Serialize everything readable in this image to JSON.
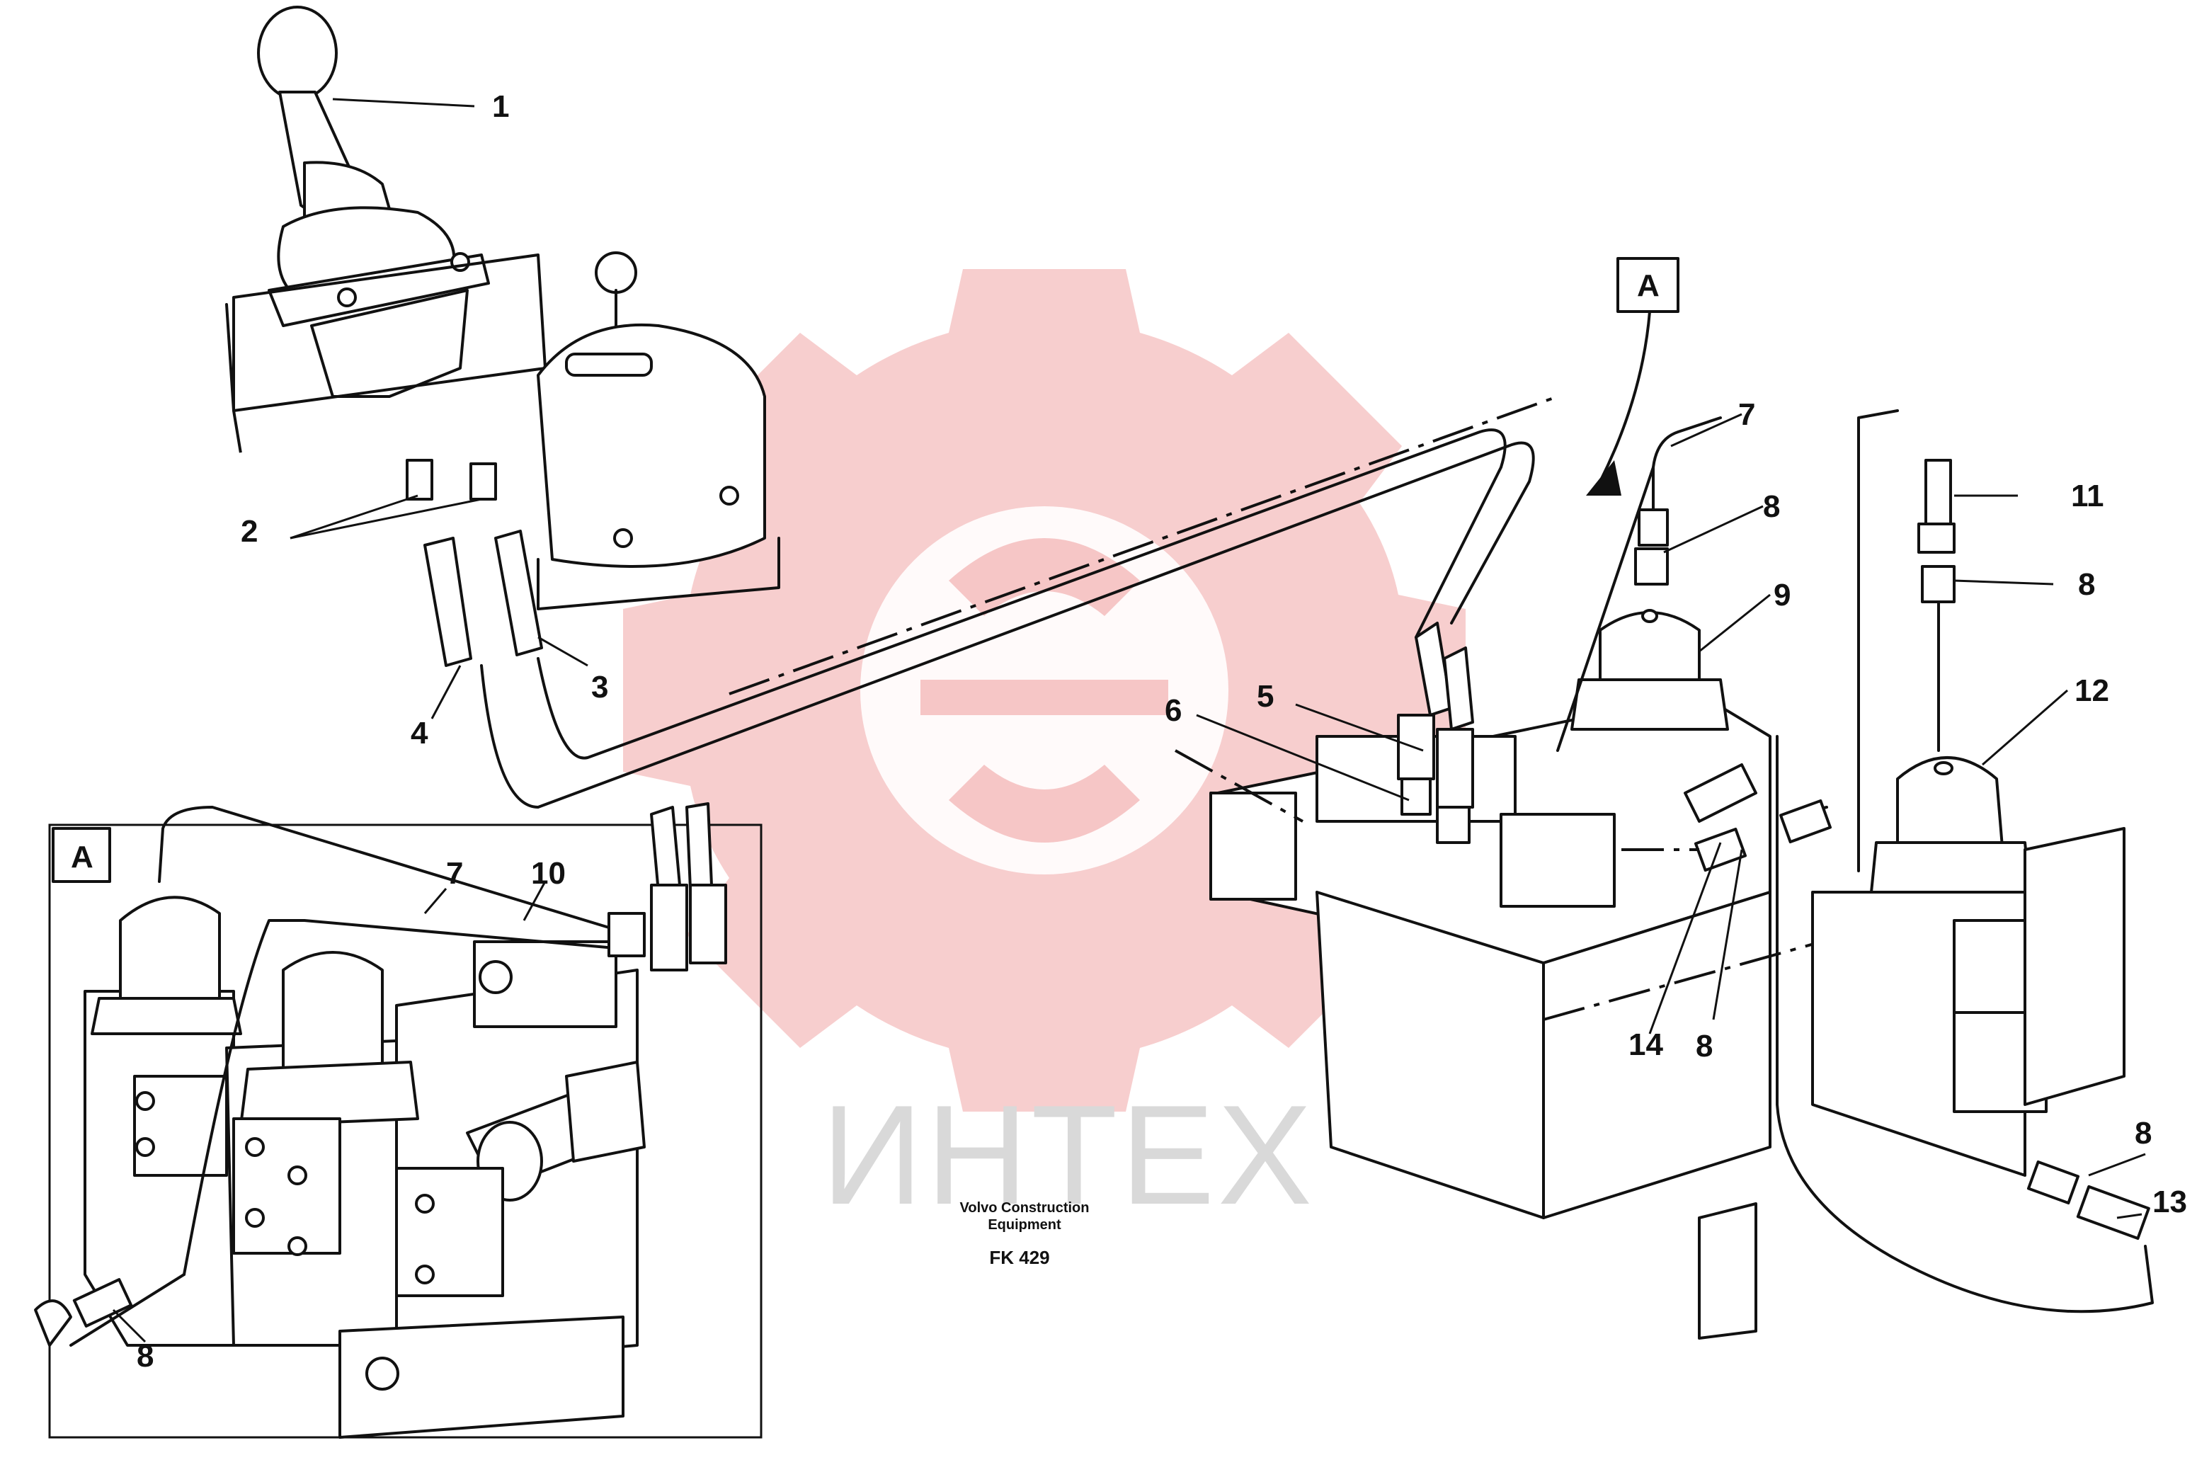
{
  "view_label_main": "A",
  "view_label_inset": "A",
  "callouts": {
    "c1": "1",
    "c2": "2",
    "c3": "3",
    "c4": "4",
    "c5": "5",
    "c6": "6",
    "c7_main": "7",
    "c8_a": "8",
    "c8_b": "8",
    "c8_c": "8",
    "c8_d": "8",
    "c8_inset": "8",
    "c9": "9",
    "c11": "11",
    "c12": "12",
    "c13": "13",
    "c14": "14",
    "c7_inset": "7",
    "c10_inset": "10"
  },
  "footer": {
    "maker_line1": "Volvo Construction",
    "maker_line2": "Equipment",
    "code": "FK 429"
  },
  "watermark": {
    "text": "ИНТЕХ",
    "gear_color": "#f6c6c6"
  }
}
